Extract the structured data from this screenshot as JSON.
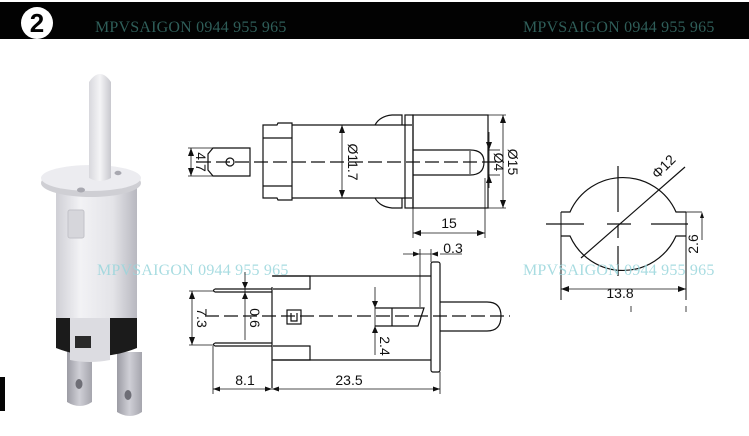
{
  "header": {
    "badge_number": "2",
    "watermark_left": "MPVSAIGON 0944 955 965",
    "watermark_right": "MPVSAIGON 0944 955 965"
  },
  "watermarks": {
    "middle_left": "MPVSAIGON 0944 955 965",
    "middle_right": "MPVSAIGON 0944 955 965"
  },
  "product_photo": {
    "subject": "white plastic push-button door switch with plunger and two spade terminals",
    "colors": {
      "body": "#e6e6ea",
      "band": "#1a1a1a",
      "terminals": "#b9b9bf"
    }
  },
  "drawing_top_view": {
    "dimensions": {
      "terminal_width": "4.7",
      "body_diameter": "Ø11.7",
      "plunger_diameter": "Ø4",
      "flange_diameter": "Ø15",
      "plunger_length": "15"
    }
  },
  "drawing_end_view": {
    "dimensions": {
      "cutout_diameter": "Φ12",
      "flat_height": "2.6",
      "width": "13.8"
    }
  },
  "drawing_side_view": {
    "dimensions": {
      "flange_thickness": "0.3",
      "terminal_spacing": "7.3",
      "terminal_thickness": "0.6",
      "latch_height": "2.4",
      "terminal_length": "8.1",
      "body_length": "23.5"
    }
  },
  "colors": {
    "header_bg": "#020202",
    "watermark_dark": "#2f5e59",
    "watermark_light": "#9ad6dc",
    "line": "#111111"
  }
}
